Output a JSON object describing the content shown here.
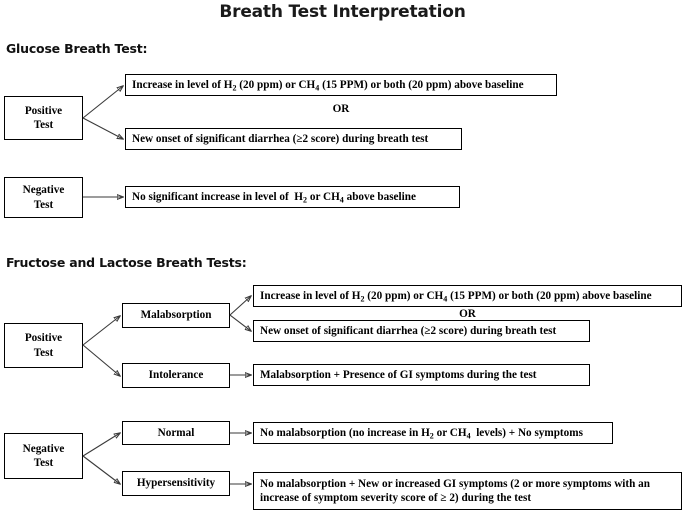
{
  "page": {
    "title": "Breath Test Interpretation",
    "background_color": "#ffffff",
    "text_color": "#000000",
    "box_border_color": "#000000",
    "arrow_color": "#3a3a3a"
  },
  "sections": [
    {
      "id": "glucose",
      "heading": "Glucose Breath Test:",
      "branches": [
        {
          "id": "glucose-positive",
          "label_line1": "Positive",
          "label_line2": "Test",
          "or_label": "OR",
          "outcomes": [
            {
              "id": "glucose-positive-outcome-1",
              "text_html": "Increase in level of H<sub>2</sub> (20 ppm) or CH<sub>4</sub> (15 PPM) or both (20 ppm) above baseline",
              "text_plain": "Increase in level of H2 (20 ppm) or CH4 (15 PPM) or both (20 ppm) above baseline"
            },
            {
              "id": "glucose-positive-outcome-2",
              "text_html": "New onset of significant diarrhea (&#8805;2 score) during breath test",
              "text_plain": "New onset of significant diarrhea (≥2 score) during breath test"
            }
          ]
        },
        {
          "id": "glucose-negative",
          "label_line1": "Negative",
          "label_line2": "Test",
          "outcomes": [
            {
              "id": "glucose-negative-outcome-1",
              "text_html": "No significant increase in level of&nbsp; H<sub>2</sub> or CH<sub>4</sub> above baseline",
              "text_plain": "No significant increase in level of  H2 or CH4 above baseline"
            }
          ]
        }
      ]
    },
    {
      "id": "fructose-lactose",
      "heading": "Fructose and Lactose Breath Tests:",
      "branches": [
        {
          "id": "fl-positive",
          "label_line1": "Positive",
          "label_line2": "Test",
          "or_label": "OR",
          "categories": [
            {
              "id": "fl-positive-malabsorption",
              "label": "Malabsorption",
              "outcomes": [
                {
                  "id": "fl-malabsorption-outcome-1",
                  "text_html": "Increase in level of H<sub>2</sub> (20 ppm) or CH<sub>4</sub> (15 PPM) or both (20 ppm) above baseline",
                  "text_plain": "Increase in level of H2 (20 ppm) or CH4 (15 PPM) or both (20 ppm) above baseline"
                },
                {
                  "id": "fl-malabsorption-outcome-2",
                  "text_html": "New onset of significant diarrhea (&#8805;2 score) during breath test",
                  "text_plain": "New onset of significant diarrhea (≥2 score) during breath test"
                }
              ]
            },
            {
              "id": "fl-positive-intolerance",
              "label": "Intolerance",
              "outcomes": [
                {
                  "id": "fl-intolerance-outcome-1",
                  "text_html": "Malabsorption + Presence of GI symptoms during the test",
                  "text_plain": "Malabsorption + Presence of GI symptoms during the test"
                }
              ]
            }
          ]
        },
        {
          "id": "fl-negative",
          "label_line1": "Negative",
          "label_line2": "Test",
          "categories": [
            {
              "id": "fl-negative-normal",
              "label": "Normal",
              "outcomes": [
                {
                  "id": "fl-normal-outcome-1",
                  "text_html": "No malabsorption (no increase in H<sub>2</sub> or CH<sub>4</sub>&nbsp; levels) + No symptoms",
                  "text_plain": "No malabsorption (no increase in H2 or CH4  levels) + No symptoms"
                }
              ]
            },
            {
              "id": "fl-negative-hypersensitivity",
              "label": "Hypersensitivity",
              "outcomes": [
                {
                  "id": "fl-hypersensitivity-outcome-1",
                  "text_html": "No malabsorption + New or increased GI symptoms (2 or more symptoms with an increase of symptom severity score of &#8805; 2) during the test",
                  "text_plain": "No malabsorption + New or increased GI symptoms (2 or more symptoms with an increase of symptom severity score of ≥ 2) during the test"
                }
              ]
            }
          ]
        }
      ]
    }
  ]
}
